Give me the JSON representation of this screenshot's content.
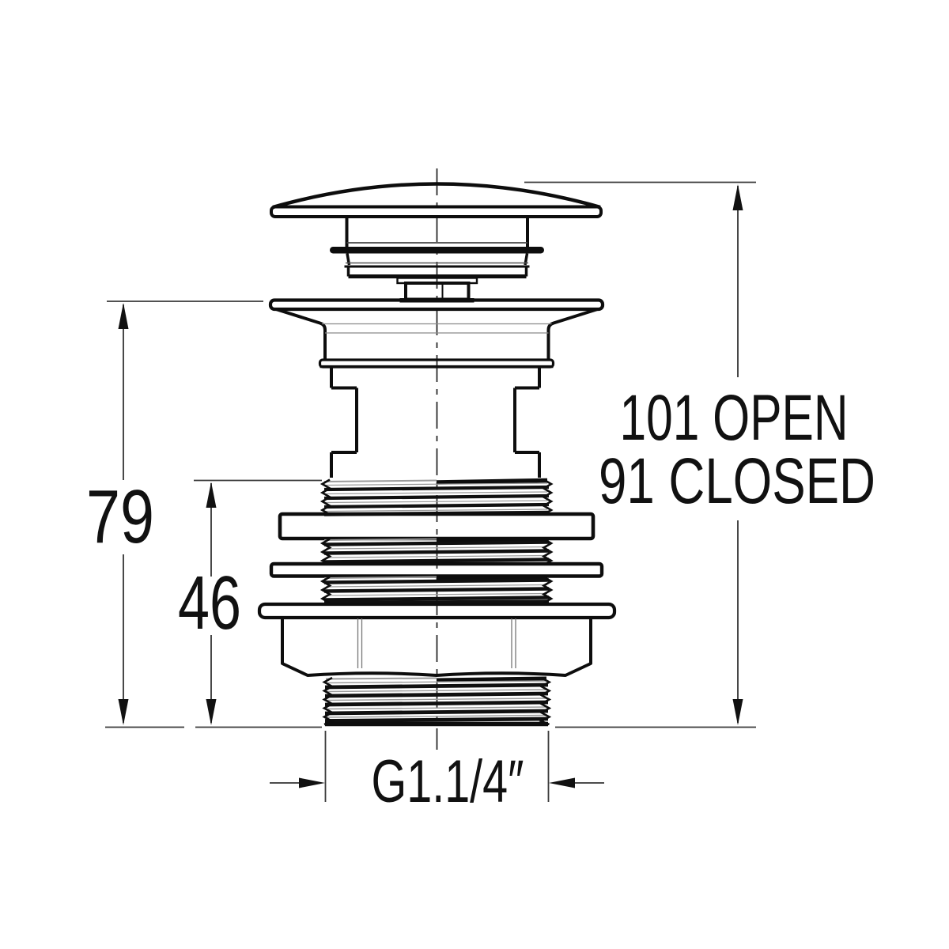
{
  "drawing": {
    "kind": "technical-dimension-drawing",
    "subject": "pop-up basin waste valve, side elevation",
    "colors": {
      "background": "#ffffff",
      "outline": "#0d0d0d",
      "dimension": "#333333",
      "thread_light": "#9b9b9b",
      "faint_edge": "#8a8a8a"
    },
    "dimensions": {
      "overall_height": "79",
      "lower_height": "46",
      "height_open": "101 OPEN",
      "height_closed": "91 CLOSED",
      "thread_size": "G1.1/4″"
    }
  }
}
